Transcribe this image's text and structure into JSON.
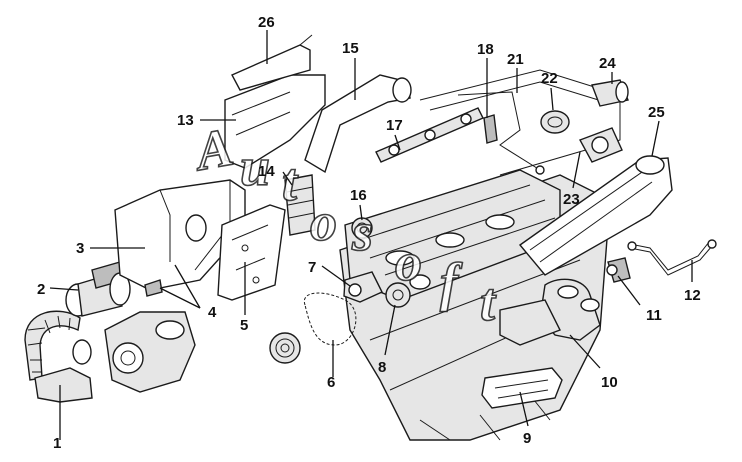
{
  "labels": [
    "1",
    "2",
    "3",
    "4",
    "5",
    "6",
    "7",
    "8",
    "9",
    "10",
    "11",
    "12",
    "13",
    "14",
    "15",
    "16",
    "17",
    "18",
    "21",
    "22",
    "23",
    "24",
    "25",
    "26"
  ],
  "watermark": [
    "A",
    "u",
    "t",
    "o",
    "s",
    "o",
    "f",
    "t"
  ]
}
